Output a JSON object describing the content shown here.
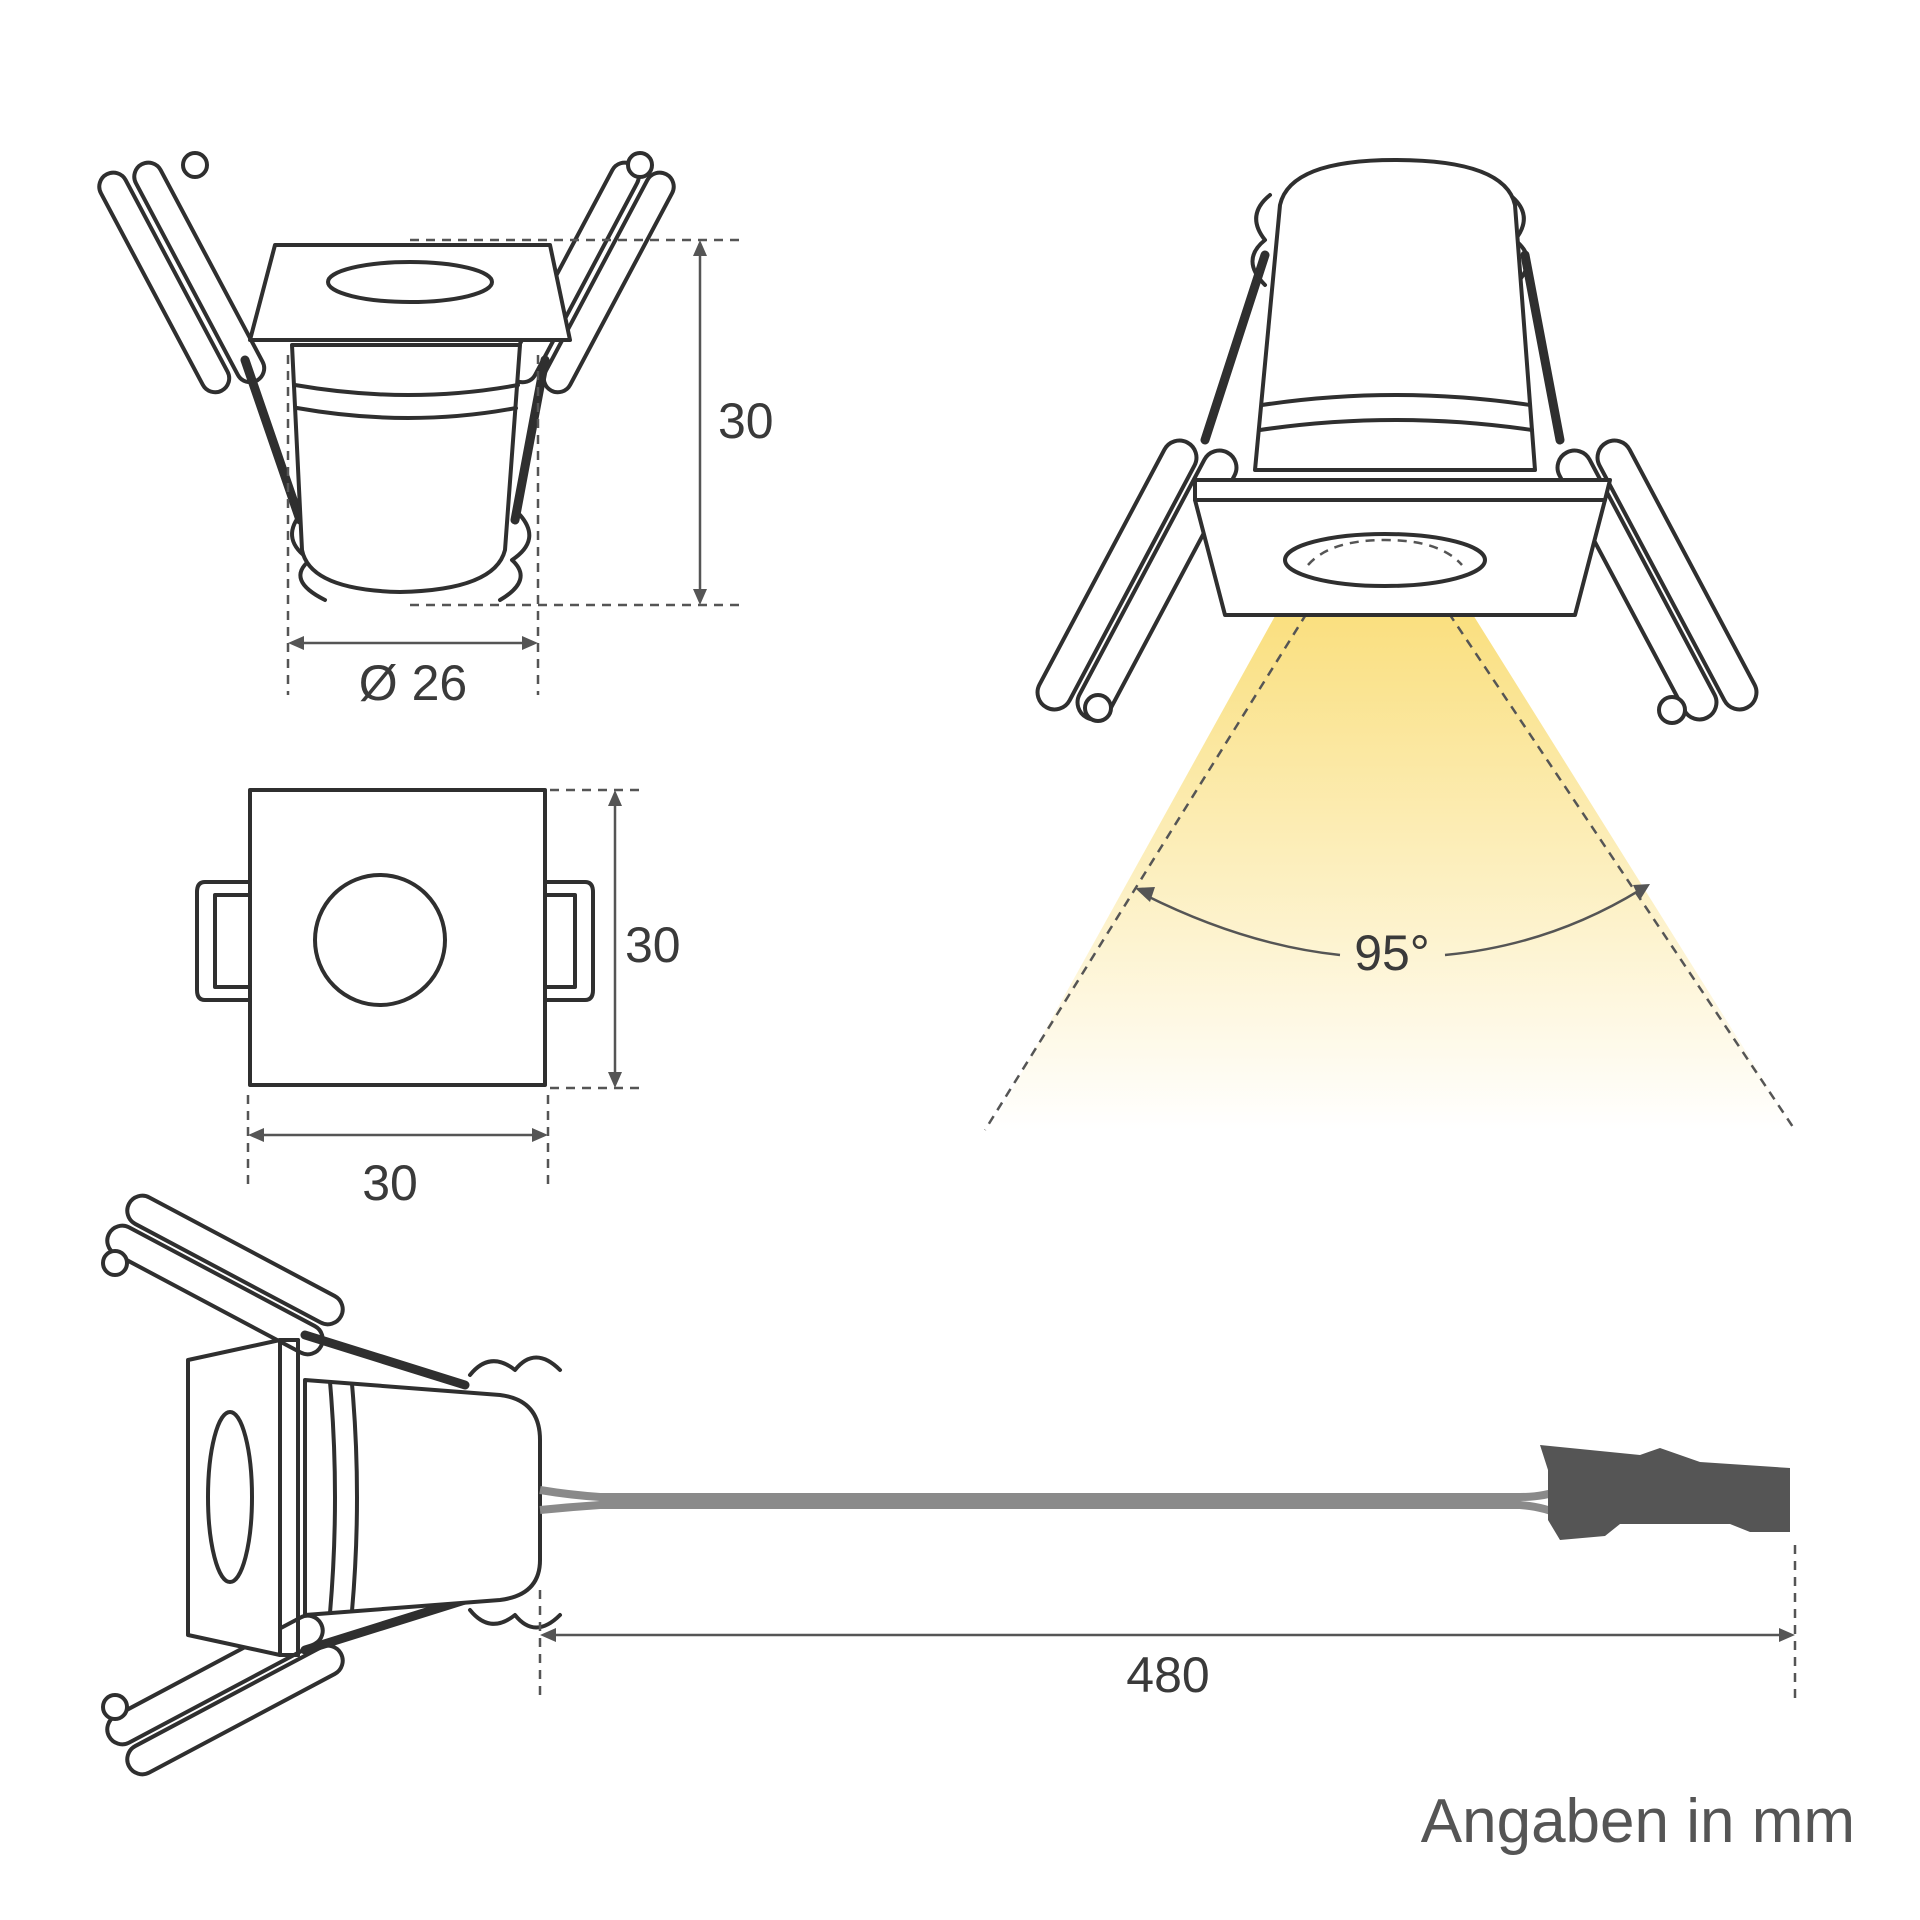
{
  "dimensions": {
    "side_height": "30",
    "side_diameter": "Ø 26",
    "top_height": "30",
    "top_width": "30",
    "beam_angle": "95°",
    "cable_length": "480"
  },
  "note": "Angaben in mm",
  "colors": {
    "line": "#2f2f2f",
    "dimension": "#555555",
    "beam_warm": "#f9dc72",
    "beam_fade": "#ffffff",
    "cable": "#8a8a8a",
    "connector": "#555555"
  }
}
